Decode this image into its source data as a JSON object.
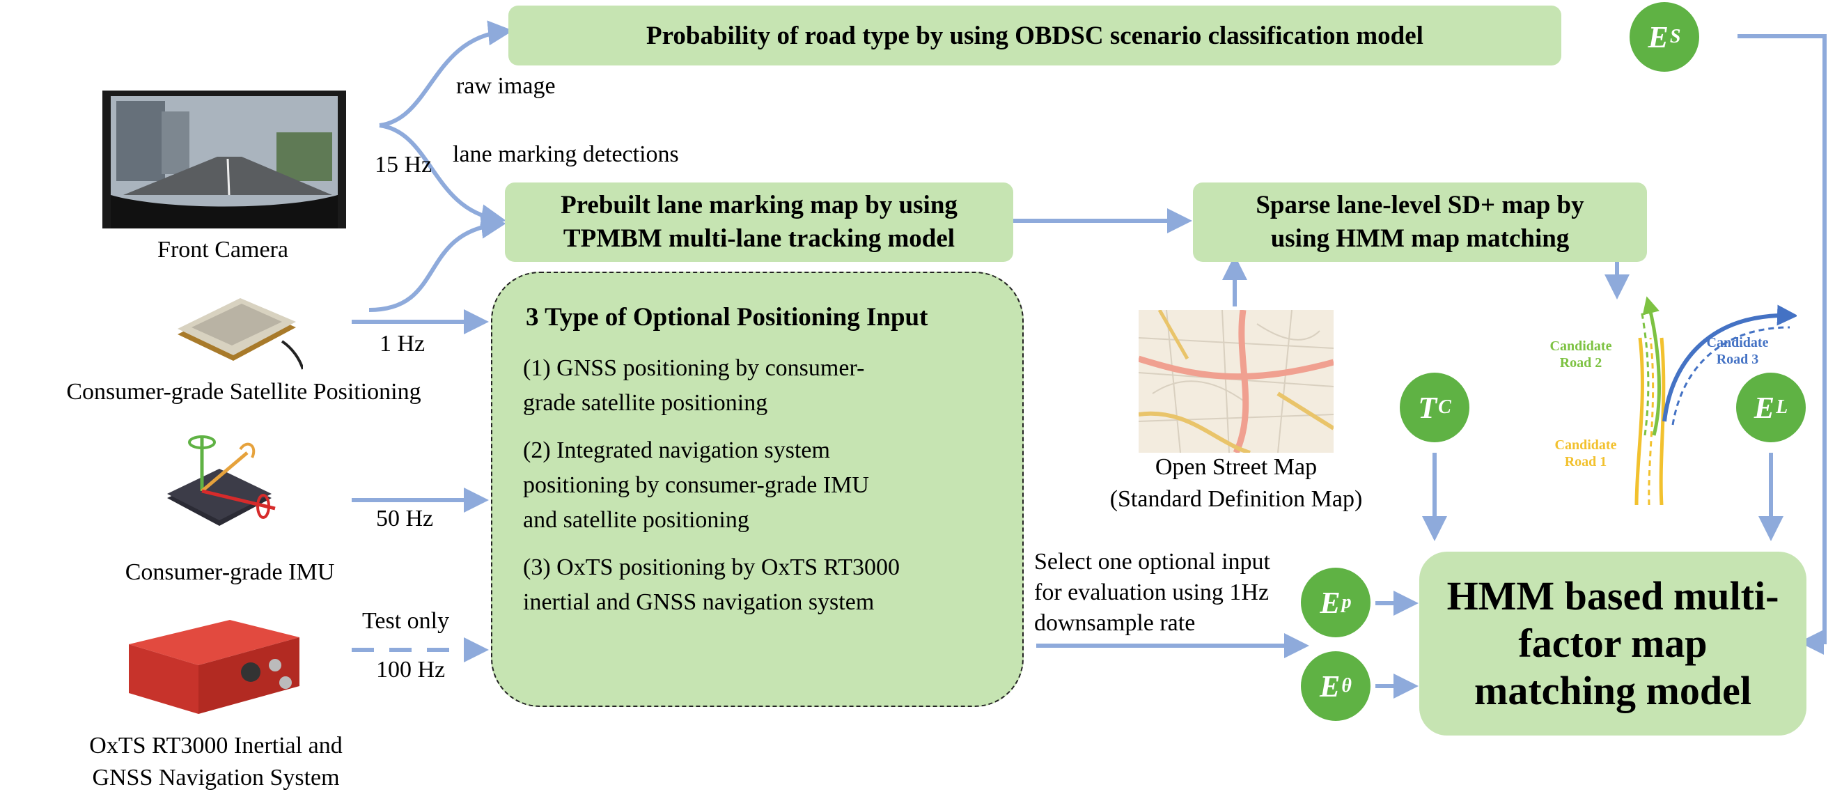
{
  "boxes": {
    "top": "Probability of road type by using OBDSC scenario classification model",
    "prebuilt_line1": "Prebuilt lane marking map by using",
    "prebuilt_line2": "TPMBM multi-lane tracking model",
    "sparse_line1": "Sparse lane-level SD+ map by",
    "sparse_line2": "using HMM map matching",
    "hmm_line1": "HMM based multi-",
    "hmm_line2": "factor map",
    "hmm_line3": "matching model"
  },
  "optional_box": {
    "title": "3 Type of Optional Positioning Input",
    "item1_line1": "(1) GNSS positioning by consumer-",
    "item1_line2": "grade satellite positioning",
    "item2_line1": "(2) Integrated navigation system",
    "item2_line2": "positioning by consumer-grade IMU",
    "item2_line3": "and satellite positioning",
    "item3_line1": "(3) OxTS positioning by OxTS RT3000",
    "item3_line2": "inertial and GNSS navigation system"
  },
  "sensors": {
    "camera": "Front Camera",
    "satellite": "Consumer-grade Satellite Positioning",
    "imu": "Consumer-grade IMU",
    "oxts_line1": "OxTS RT3000 Inertial and",
    "oxts_line2": "GNSS Navigation System"
  },
  "edge_labels": {
    "raw_image": "raw image",
    "hz15": "15 Hz",
    "lane_marking": "lane marking detections",
    "hz1": "1 Hz",
    "hz50": "50 Hz",
    "test_only": "Test only",
    "hz100": "100 Hz",
    "select_line1": "Select one optional input",
    "select_line2": "for evaluation using 1Hz",
    "select_line3": "downsample rate"
  },
  "osm": {
    "line1": "Open Street Map",
    "line2": "(Standard Definition Map)"
  },
  "candidates": {
    "road2_line1": "Candidate",
    "road2_line2": "Road 2",
    "road3_line1": "Candidate",
    "road3_line2": "Road 3",
    "road1_line1": "Candidate",
    "road1_line2": "Road 1"
  },
  "factors": {
    "es_sym": "E",
    "es_sub": "S",
    "tc_sym": "T",
    "tc_sub": "C",
    "el_sym": "E",
    "el_sub": "L",
    "ep_sym": "E",
    "ep_sub": "p",
    "etheta_sym": "E",
    "etheta_sub": "θ"
  },
  "colors": {
    "box_fill": "#c6e4b2",
    "arrow": "#8eaadb",
    "circle_fill": "#5fb244",
    "road1": "#f2c12e",
    "road2": "#7dc242",
    "road3": "#4472c4"
  }
}
